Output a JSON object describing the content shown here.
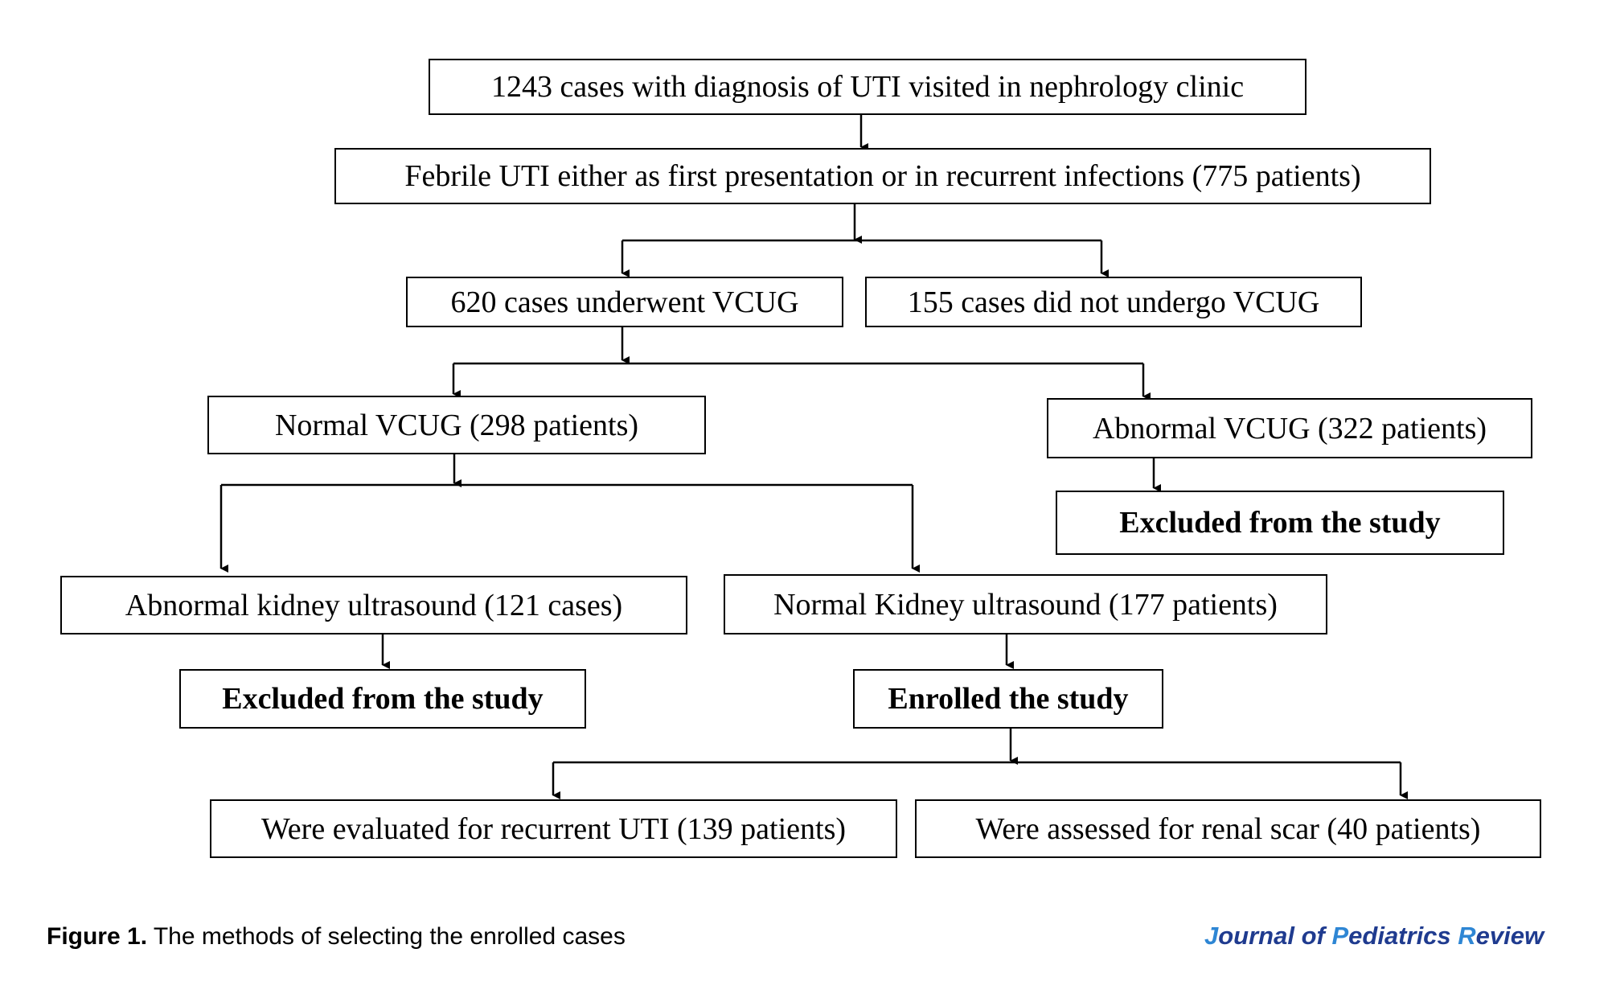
{
  "flowchart": {
    "boxes": {
      "total_cases": "1243 cases with diagnosis of UTI visited in nephrology clinic",
      "febrile_uti": "Febrile UTI either as first presentation or in recurrent infections (775 patients)",
      "underwent_vcug": "620 cases underwent VCUG",
      "no_vcug": "155 cases did not undergo VCUG",
      "normal_vcug": "Normal VCUG (298 patients)",
      "abnormal_vcug": "Abnormal VCUG (322 patients)",
      "excluded_right": "Excluded from the study",
      "abnormal_ultrasound": "Abnormal kidney ultrasound (121 cases)",
      "normal_ultrasound": "Normal Kidney ultrasound (177 patients)",
      "excluded_left": "Excluded from the study",
      "enrolled": "Enrolled the study",
      "recurrent_uti": "Were evaluated for recurrent UTI (139 patients)",
      "renal_scar": "Were assessed for renal scar (40 patients)"
    }
  },
  "caption": {
    "label": "Figure 1.",
    "text": "The methods of selecting the enrolled cases"
  },
  "journal": {
    "part1": "J",
    "part2": "ournal of ",
    "part3": "P",
    "part4": "ediatrics ",
    "part5": "R",
    "part6": "eview"
  },
  "colors": {
    "journal_dark": "#1f3b8f",
    "journal_accent": "#2e86d4"
  }
}
